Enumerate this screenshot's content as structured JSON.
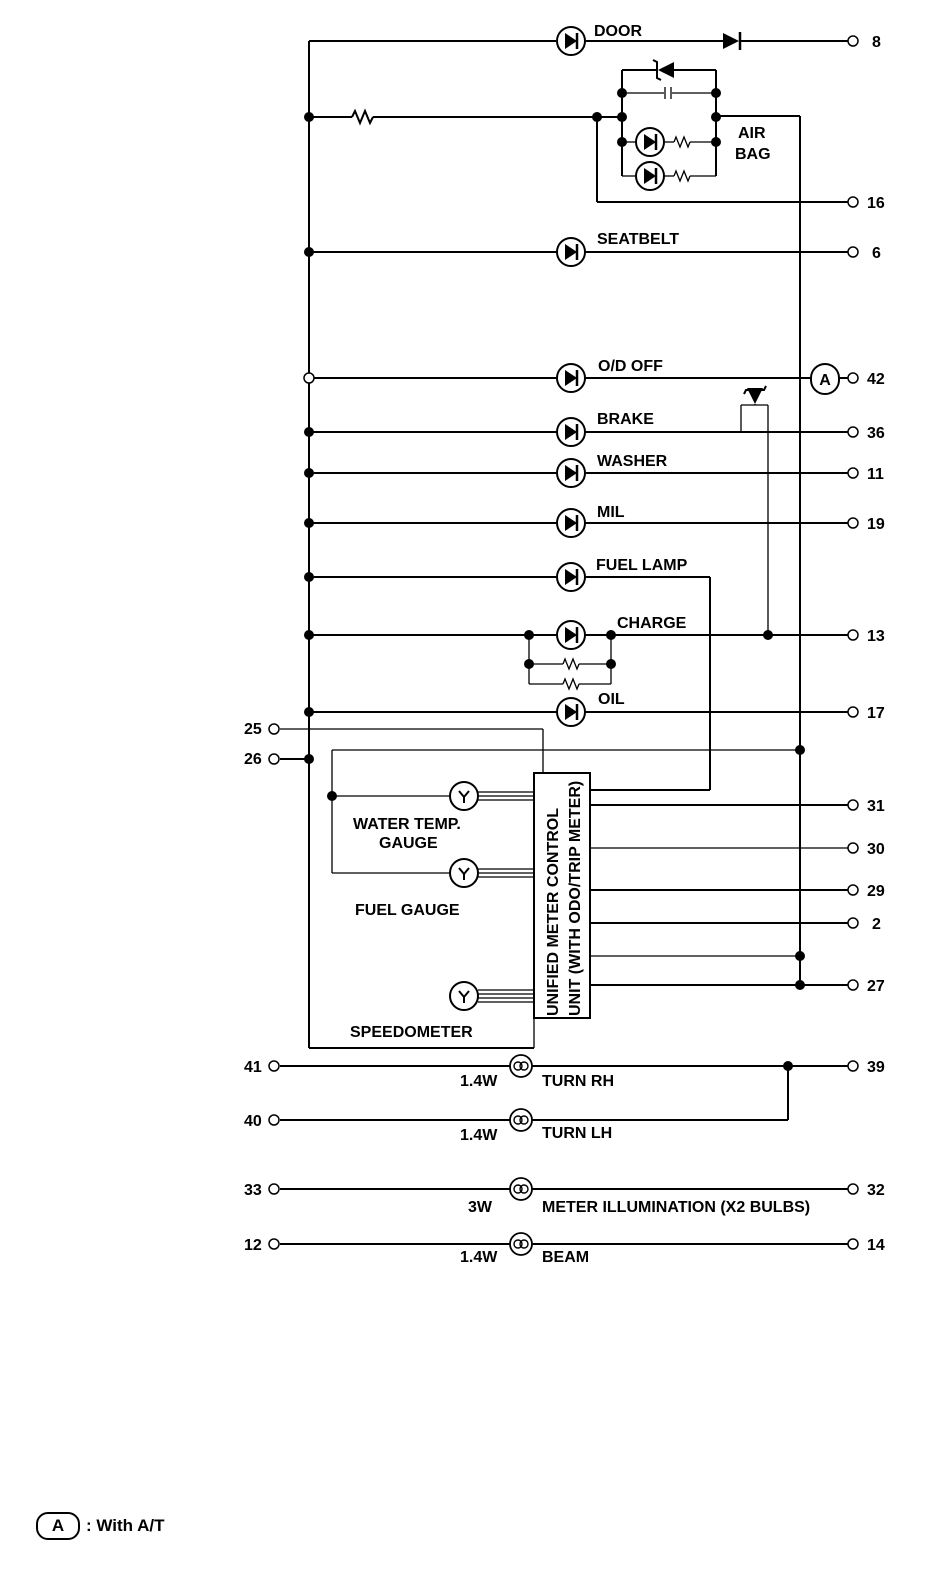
{
  "lamps": {
    "door": "DOOR",
    "air_bag": [
      "AIR",
      "BAG"
    ],
    "seatbelt": "SEATBELT",
    "od_off": "O/D OFF",
    "brake": "BRAKE",
    "washer": "WASHER",
    "mil": "MIL",
    "fuel_lamp": "FUEL LAMP",
    "charge": "CHARGE",
    "oil": "OIL"
  },
  "gauges": {
    "water_temp": [
      "WATER TEMP.",
      "GAUGE"
    ],
    "fuel": "FUEL GAUGE",
    "speedometer": "SPEEDOMETER"
  },
  "control_unit": [
    "UNIFIED METER CONTROL",
    "UNIT (WITH ODO/TRIP METER)"
  ],
  "bulbs": {
    "turn_rh": {
      "label": "TURN RH",
      "watt": "1.4W"
    },
    "turn_lh": {
      "label": "TURN LH",
      "watt": "1.4W"
    },
    "meter_illum": {
      "label": "METER ILLUMINATION (X2 BULBS)",
      "watt": "3W"
    },
    "beam": {
      "label": "BEAM",
      "watt": "1.4W"
    }
  },
  "pins": {
    "p8": "8",
    "p16": "16",
    "p6": "6",
    "p42": "42",
    "p36": "36",
    "p11": "11",
    "p19": "19",
    "p13": "13",
    "p17": "17",
    "p25": "25",
    "p26": "26",
    "p31": "31",
    "p30": "30",
    "p29": "29",
    "p2": "2",
    "p27": "27",
    "p41": "41",
    "p39": "39",
    "p40": "40",
    "p33": "33",
    "p32": "32",
    "p12": "12",
    "p14": "14"
  },
  "option_marker": "A",
  "legend": {
    "symbol": "A",
    "text": ": With A/T"
  }
}
